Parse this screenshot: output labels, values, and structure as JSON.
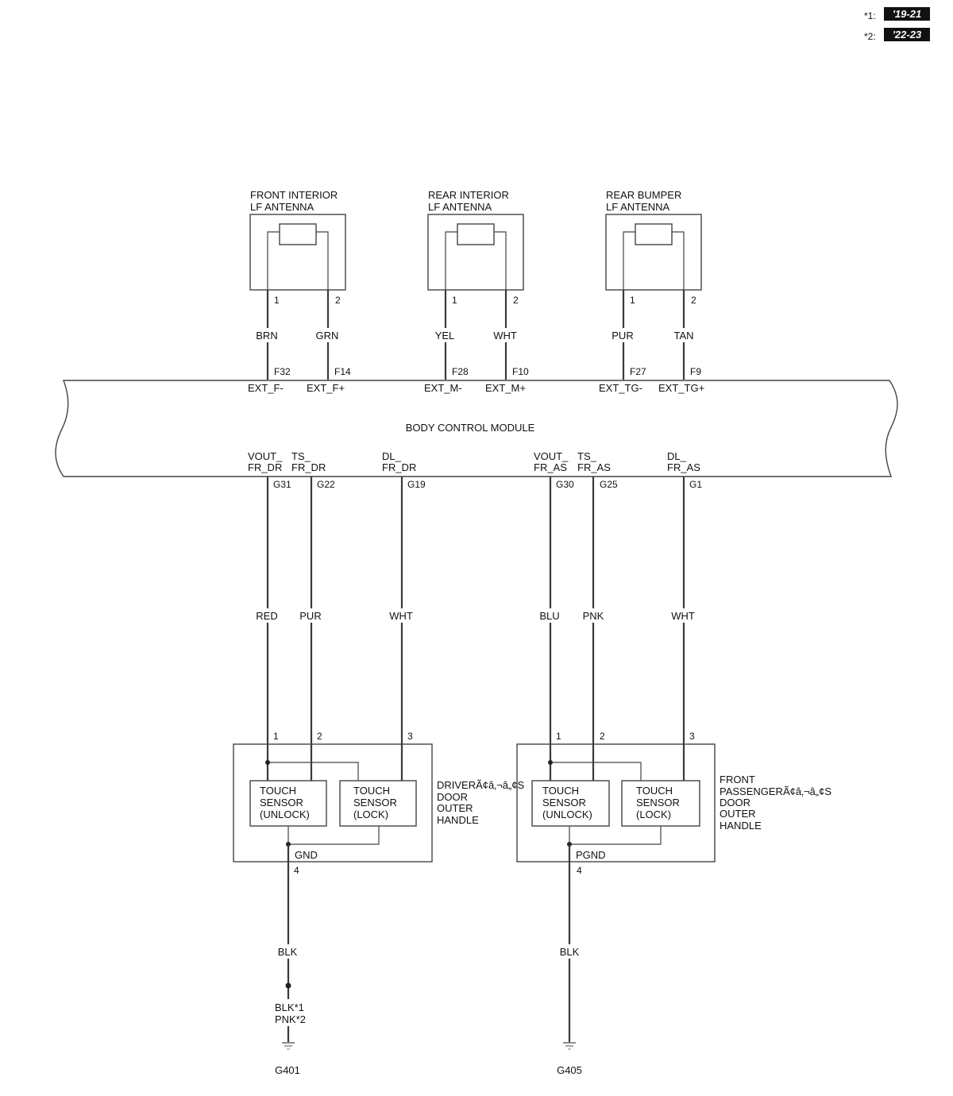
{
  "legend": [
    {
      "key": "*1:",
      "value": "'19-21"
    },
    {
      "key": "*2:",
      "value": "'22-23"
    }
  ],
  "antennas": [
    {
      "name_l1": "FRONT INTERIOR",
      "name_l2": "LF ANTENNA",
      "pins": [
        "1",
        "2"
      ],
      "wires": [
        "BRN",
        "GRN"
      ],
      "terms": [
        "F32",
        "F14"
      ],
      "signals": [
        "EXT_F-",
        "EXT_F+"
      ]
    },
    {
      "name_l1": "REAR INTERIOR",
      "name_l2": "LF ANTENNA",
      "pins": [
        "1",
        "2"
      ],
      "wires": [
        "YEL",
        "WHT"
      ],
      "terms": [
        "F28",
        "F10"
      ],
      "signals": [
        "EXT_M-",
        "EXT_M+"
      ]
    },
    {
      "name_l1": "REAR BUMPER",
      "name_l2": "LF ANTENNA",
      "pins": [
        "1",
        "2"
      ],
      "wires": [
        "PUR",
        "TAN"
      ],
      "terms": [
        "F27",
        "F9"
      ],
      "signals": [
        "EXT_TG-",
        "EXT_TG+"
      ]
    }
  ],
  "module": {
    "name": "BODY CONTROL MODULE"
  },
  "bottom_groups": [
    {
      "signals": [
        {
          "l1": "VOUT_",
          "l2": "FR_DR",
          "term": "G31",
          "wire": "RED",
          "pin": "1"
        },
        {
          "l1": "TS_",
          "l2": "FR_DR",
          "term": "G22",
          "wire": "PUR",
          "pin": "2"
        },
        {
          "l1": "DL_",
          "l2": "FR_DR",
          "term": "G19",
          "wire": "WHT",
          "pin": "3"
        }
      ],
      "sensor_unlock": [
        "TOUCH",
        "SENSOR",
        "(UNLOCK)"
      ],
      "sensor_lock": [
        "TOUCH",
        "SENSOR",
        "(LOCK)"
      ],
      "handle_label": [
        "DRIVERÃ¢â‚¬â„¢S",
        "DOOR",
        "OUTER",
        "HANDLE"
      ],
      "gnd_label": "GND",
      "gnd_pin": "4",
      "gnd_wire": "BLK",
      "splice_wires": [
        "BLK*1",
        "PNK*2"
      ],
      "ground": "G401"
    },
    {
      "signals": [
        {
          "l1": "VOUT_",
          "l2": "FR_AS",
          "term": "G30",
          "wire": "BLU",
          "pin": "1"
        },
        {
          "l1": "TS_",
          "l2": "FR_AS",
          "term": "G25",
          "wire": "PNK",
          "pin": "2"
        },
        {
          "l1": "DL_",
          "l2": "FR_AS",
          "term": "G1",
          "wire": "WHT",
          "pin": "3"
        }
      ],
      "sensor_unlock": [
        "TOUCH",
        "SENSOR",
        "(UNLOCK)"
      ],
      "sensor_lock": [
        "TOUCH",
        "SENSOR",
        "(LOCK)"
      ],
      "handle_label": [
        "FRONT",
        "PASSENGERÃ¢â‚¬â„¢S",
        "DOOR",
        "OUTER",
        "HANDLE"
      ],
      "gnd_label": "PGND",
      "gnd_pin": "4",
      "gnd_wire": "BLK",
      "splice_wires": [],
      "ground": "G405"
    }
  ]
}
